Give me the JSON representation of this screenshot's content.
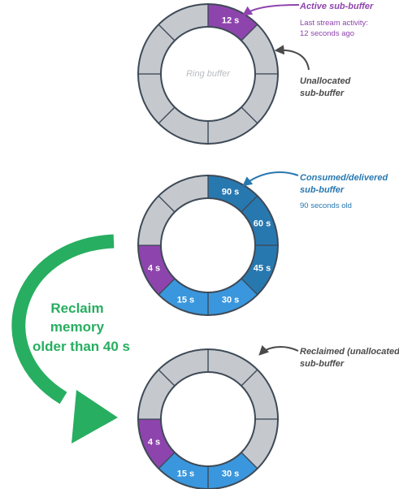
{
  "colors": {
    "unallocated": "#c5c9ce",
    "active": "#8e44ad",
    "consumed_dark": "#2878b0",
    "consumed_light": "#3a97dd",
    "outline": "#3e4a57",
    "reclaim_arrow": "#27ae60",
    "callout_dark": "#4a4a4a"
  },
  "ring1": {
    "center_label": "Ring buffer",
    "segments": [
      {
        "state": "active",
        "label": "12 s"
      },
      {
        "state": "unallocated",
        "label": ""
      },
      {
        "state": "unallocated",
        "label": ""
      },
      {
        "state": "unallocated",
        "label": ""
      },
      {
        "state": "unallocated",
        "label": ""
      },
      {
        "state": "unallocated",
        "label": ""
      },
      {
        "state": "unallocated",
        "label": ""
      },
      {
        "state": "unallocated",
        "label": ""
      }
    ],
    "callouts": {
      "active_title": "Active sub-buffer",
      "active_line1": "Last stream activity:",
      "active_line2": "12 seconds ago",
      "unalloc_line1": "Unallocated",
      "unalloc_line2": "sub-buffer"
    }
  },
  "ring2": {
    "segments": [
      {
        "state": "consumed_dark",
        "label": "90 s"
      },
      {
        "state": "consumed_dark",
        "label": "60 s"
      },
      {
        "state": "consumed_dark",
        "label": "45 s"
      },
      {
        "state": "consumed_light",
        "label": "30 s"
      },
      {
        "state": "consumed_light",
        "label": "15 s"
      },
      {
        "state": "active",
        "label": "4 s"
      },
      {
        "state": "unallocated",
        "label": ""
      },
      {
        "state": "unallocated",
        "label": ""
      }
    ],
    "callouts": {
      "consumed_line1": "Consumed/delivered",
      "consumed_line2": "sub-buffer",
      "consumed_note": "90 seconds old"
    }
  },
  "reclaim": {
    "line1": "Reclaim",
    "line2": "memory",
    "line3": "older than 40 s"
  },
  "ring3": {
    "segments": [
      {
        "state": "unallocated",
        "label": ""
      },
      {
        "state": "unallocated",
        "label": ""
      },
      {
        "state": "unallocated",
        "label": ""
      },
      {
        "state": "consumed_light",
        "label": "30 s"
      },
      {
        "state": "consumed_light",
        "label": "15 s"
      },
      {
        "state": "active",
        "label": "4 s"
      },
      {
        "state": "unallocated",
        "label": ""
      },
      {
        "state": "unallocated",
        "label": ""
      }
    ],
    "callouts": {
      "reclaimed_line1": "Reclaimed (unallocated)",
      "reclaimed_line2": "sub-buffer"
    }
  }
}
